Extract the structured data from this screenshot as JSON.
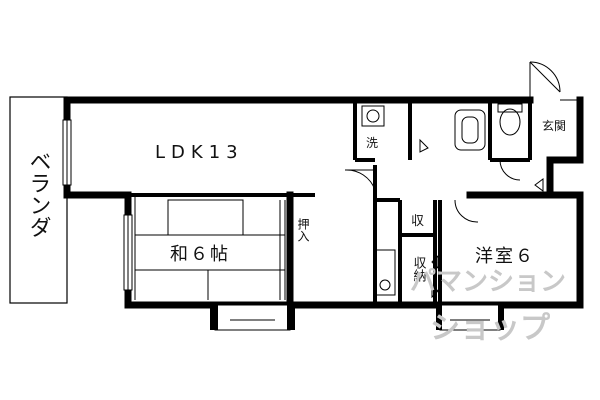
{
  "rooms": {
    "ldk": "LDK13",
    "washitsu": "和６帖",
    "youshitsu": "洋室６",
    "veranda": "ベランダ",
    "entrance": "玄関",
    "closet_oshiire": "押入",
    "closet_shuu": "収",
    "closet_shuunou": "収納",
    "laundry": "洗"
  },
  "watermark": {
    "line1": "パマンション",
    "line2": "ショップ"
  },
  "colors": {
    "wall": "#000000",
    "background": "#ffffff",
    "watermark": "#c8c8c8"
  }
}
